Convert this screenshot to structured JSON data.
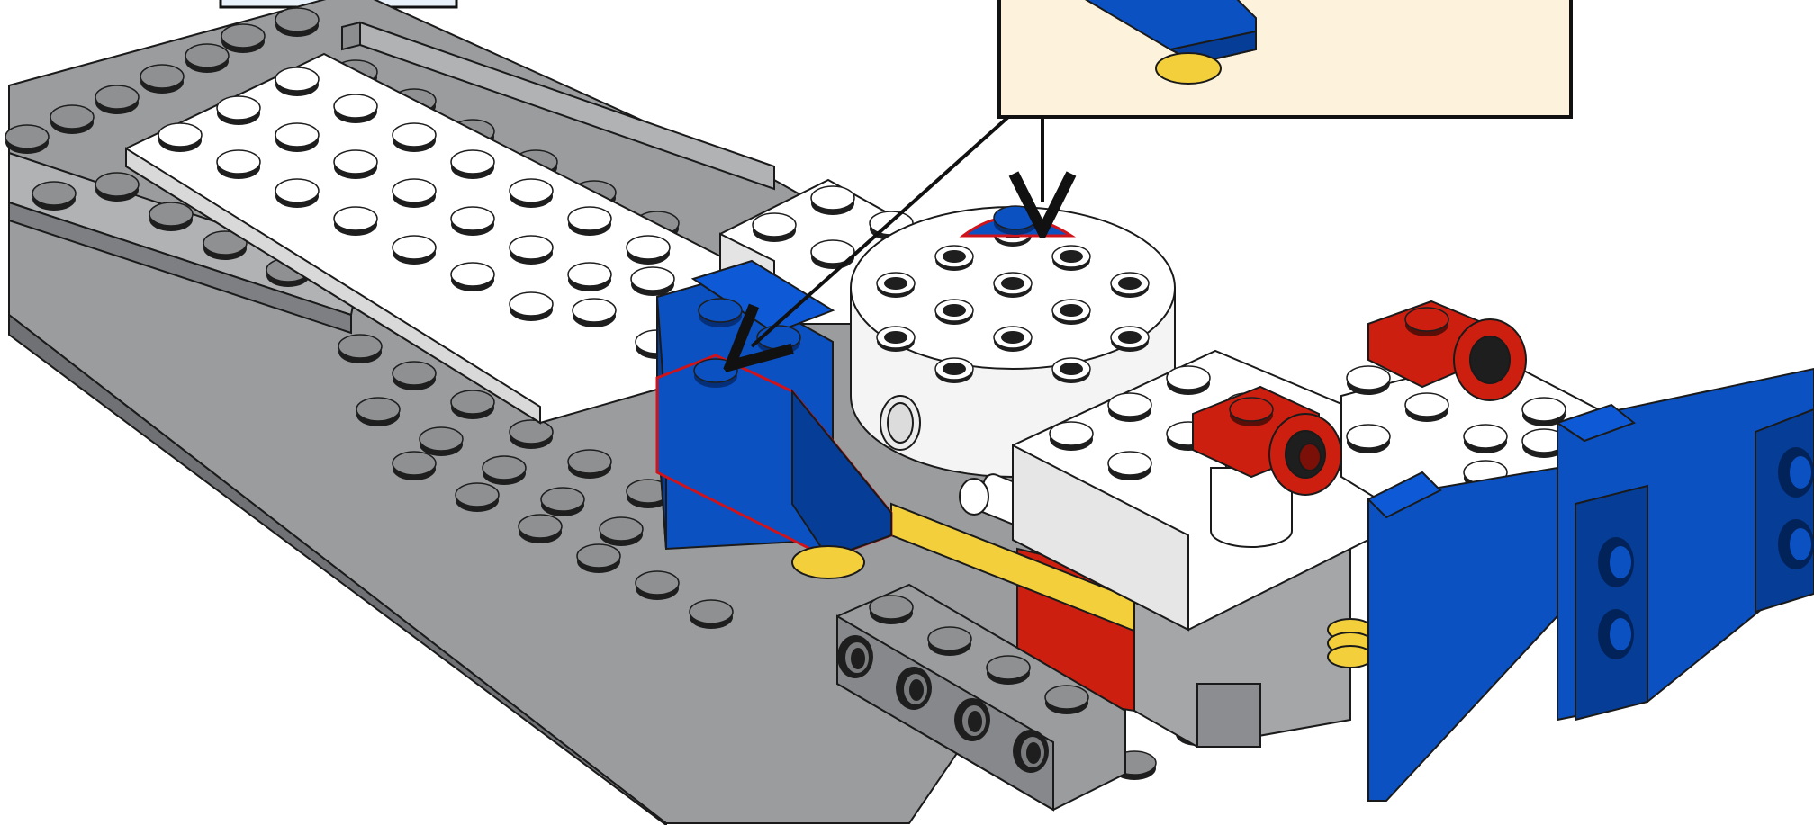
{
  "figure": {
    "kind": "lego-building-instruction-step",
    "colors": {
      "gray": "#9a9c9e",
      "gray_dark": "#85878a",
      "gray_light": "#b7b9bb",
      "white": "#ffffff",
      "blue": "#0b51c1",
      "blue_dark": "#063d96",
      "red": "#cc1f10",
      "yellow": "#f3cf3c",
      "callout_bg": "#fdf3dc",
      "outline": "#1a1a1a",
      "highlight": "#d0131a"
    },
    "callout": {
      "label": "",
      "arrows": 2
    },
    "parts": {
      "base_plate": "gray-plate",
      "white_plates": "white-plate",
      "turntable": "white-round-turntable",
      "slope_brick": "blue-slope-brick",
      "hinge_pieces": "red-hinge-plates",
      "front_wedge": "blue-wedge-plate",
      "technic_bricks": "gray-technic-brick",
      "axle_connector": "white-axle-connector"
    }
  }
}
